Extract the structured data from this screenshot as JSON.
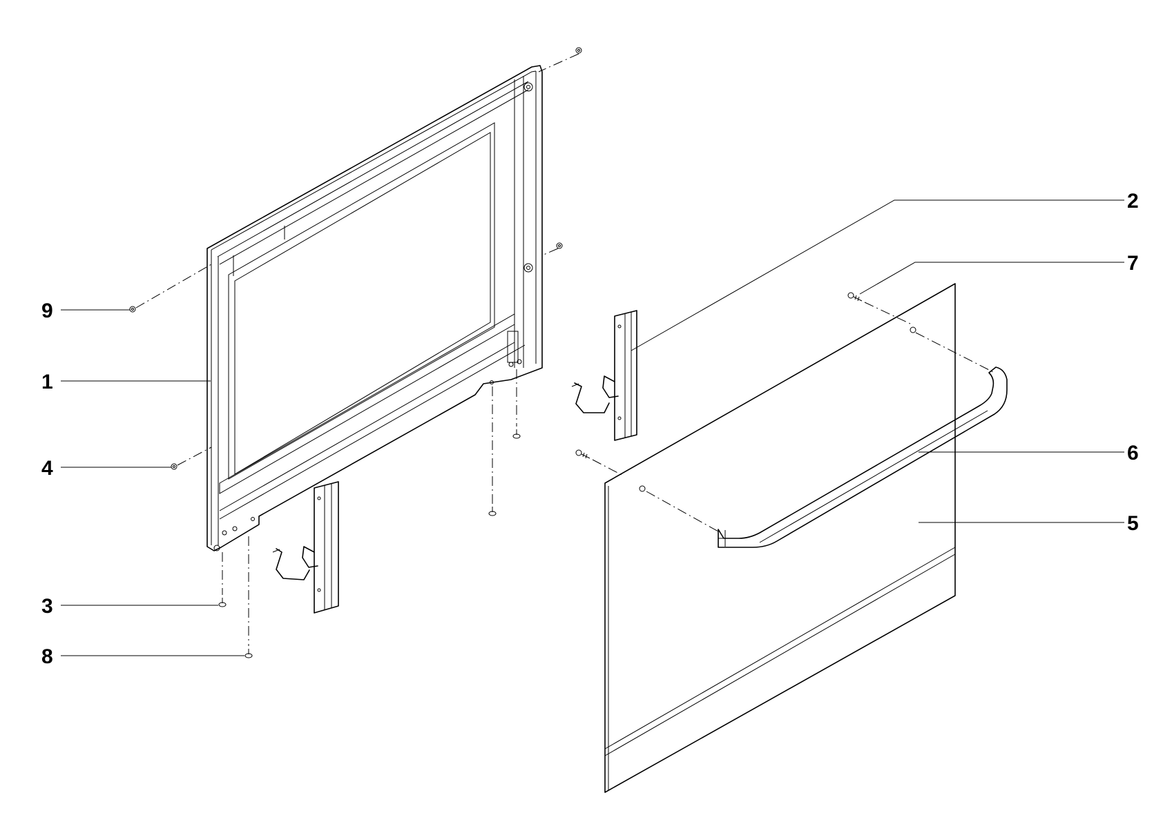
{
  "callouts": [
    {
      "id": "callout-1",
      "text": "1"
    },
    {
      "id": "callout-2",
      "text": "2"
    },
    {
      "id": "callout-3",
      "text": "3"
    },
    {
      "id": "callout-4",
      "text": "4"
    },
    {
      "id": "callout-5",
      "text": "5"
    },
    {
      "id": "callout-6",
      "text": "6"
    },
    {
      "id": "callout-7",
      "text": "7"
    },
    {
      "id": "callout-8",
      "text": "8"
    },
    {
      "id": "callout-9",
      "text": "9"
    }
  ]
}
